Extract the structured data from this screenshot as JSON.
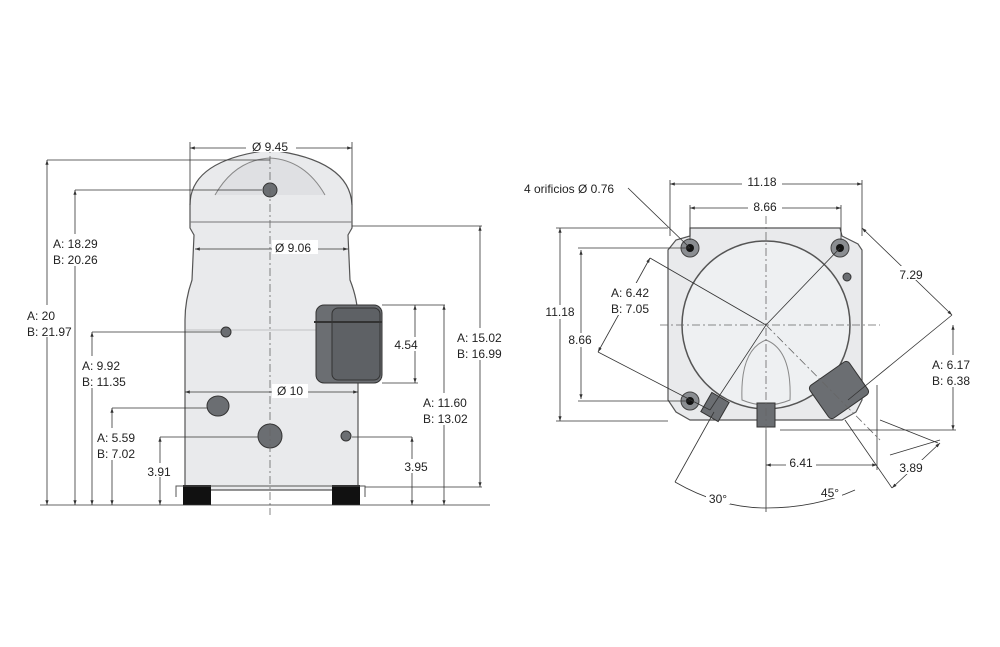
{
  "side_view": {
    "top_diameter": "Ø 9.45",
    "upper_diameter": "Ø 9.06",
    "lower_diameter": "Ø 10",
    "height_top_fitting": {
      "a": "A: 18.29",
      "b": "B: 20.26"
    },
    "total_height": {
      "a": "A: 20",
      "b": "B: 21.97"
    },
    "oil_port_height": {
      "a": "A: 9.92",
      "b": "B: 11.35"
    },
    "suction_height": {
      "a": "A: 5.59",
      "b": "B: 7.02"
    },
    "discharge_height": "3.91",
    "terminal_box_height": "4.54",
    "shell_height": {
      "a": "A: 15.02",
      "b": "B: 16.99"
    },
    "terminal_box_top": {
      "a": "A: 11.60",
      "b": "B: 13.02"
    },
    "fitting_height_right": "3.95"
  },
  "top_view": {
    "holes_label": "4 orificios Ø 0.76",
    "base_width": "11.18",
    "hole_spacing_x": "8.66",
    "base_height": "11.18",
    "hole_spacing_y": "8.66",
    "diag_left": {
      "a": "A: 6.42",
      "b": "B: 7.05"
    },
    "diag_right": "7.29",
    "box_offset": {
      "a": "A: 6.17",
      "b": "B: 6.38"
    },
    "offset_x": "6.41",
    "box_depth": "3.89",
    "angle_left": "30°",
    "angle_right": "45°"
  }
}
